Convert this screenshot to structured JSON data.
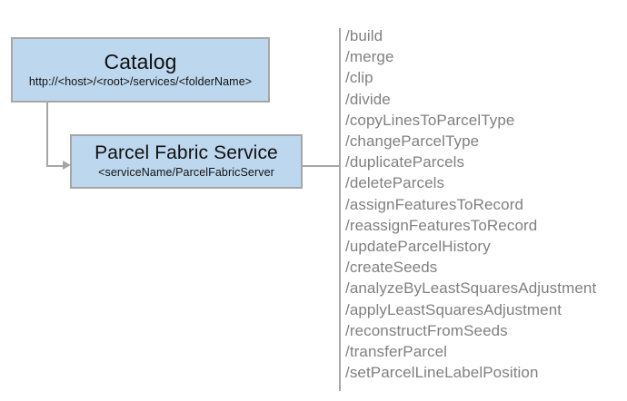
{
  "diagram": {
    "background_color": "#ffffff",
    "node_fill_color": "#bdd7ee",
    "node_border_color": "#a6a6a6",
    "connector_color": "#a6a6a6",
    "list_text_color": "#808080",
    "nodes": [
      {
        "id": "catalog",
        "title": "Catalog",
        "subtitle": "http://<host>/<root>/services/<folderName>"
      },
      {
        "id": "parcel-fabric-service",
        "title": "Parcel Fabric Service",
        "subtitle": "<serviceName/ParcelFabricServer"
      }
    ],
    "operations": [
      "/build",
      "/merge",
      "/clip",
      "/divide",
      "/copyLinesToParcelType",
      "/changeParcelType",
      "/duplicateParcels",
      "/deleteParcels",
      "/assignFeaturesToRecord",
      "/reassignFeaturesToRecord",
      "/updateParcelHistory",
      "/createSeeds",
      "/analyzeByLeastSquaresAdjustment",
      "/applyLeastSquaresAdjustment",
      "/reconstructFromSeeds",
      "/transferParcel",
      "/setParcelLineLabelPosition"
    ]
  }
}
